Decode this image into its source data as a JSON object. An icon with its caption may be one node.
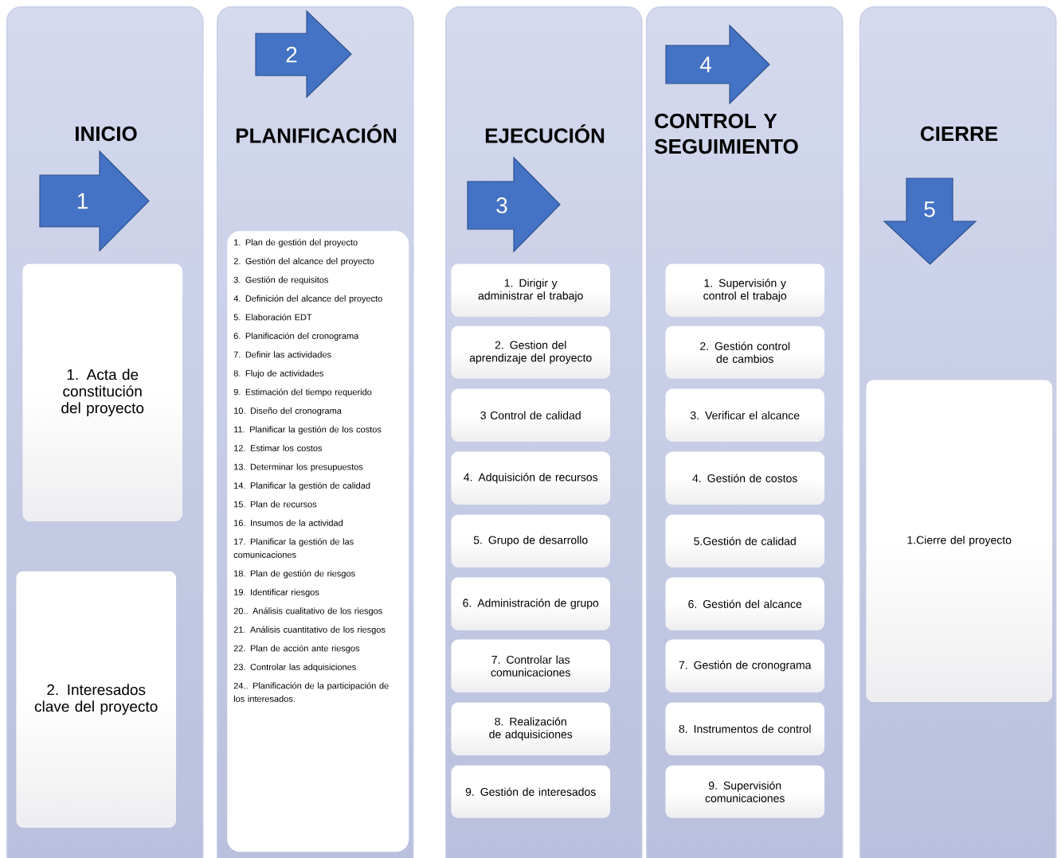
{
  "diagram": {
    "nodes": [
      {
        "text": [
          "INICIO"
        ]
      },
      {
        "text": [
          "1"
        ],
        "in": 0
      },
      {
        "text": [
          "1. Acta de constitución del proyecto"
        ],
        "in": 0
      },
      {
        "text": [
          "2. Interesados clave del proyecto"
        ],
        "in": 0
      },
      {
        "text": [
          "PLANIFICACIÓN"
        ]
      },
      {
        "text": [
          "2"
        ],
        "in": 4
      },
      {
        "text": [
          "1. Plan de gestión del proyecto",
          "2. Gestión del alcance del proyecto",
          "3. Gestión de requisitos",
          "4. Definición del alcance del proyecto",
          "5. Elaboración EDT",
          "6. Planificación del cronograma",
          "7. Definir las actividades",
          "8. Flujo de actividades",
          "9. Estimación del tiempo requerido",
          "10. Diseño del cronograma",
          "11. Planificar la gestión de los costos",
          "12. Estimar los costos",
          "13. Determinar los presupuestos",
          "14. Planificar la gestión de calidad",
          "15. Plan de recursos",
          "16. Insumos de la actividad",
          "17. Planificar la gestión de las comunicaciones",
          "18. Plan de gestión de riesgos",
          "19. Identificar riesgos",
          "20.. Análisis cualitativo de los riesgos",
          "21. Análisis cuantitativo de los riesgos",
          "22. Plan de acción ante riesgos",
          "23. Controlar las adquisiciones",
          "24.. Planificación de la participación de los interesados."
        ],
        "in": 4
      },
      {
        "text": [
          "EJECUCIÓN"
        ]
      },
      {
        "text": [
          "3"
        ],
        "in": 7
      },
      {
        "text": [
          "1. Dirigir y administrar el trabajo"
        ],
        "in": 7
      },
      {
        "text": [
          "2. Gestion del aprendizaje del proyecto"
        ],
        "in": 7
      },
      {
        "text": [
          "3 Control de calidad"
        ],
        "in": 7
      },
      {
        "text": [
          "4. Adquisición de recursos"
        ],
        "in": 7
      },
      {
        "text": [
          "5. Grupo de desarrollo"
        ],
        "in": 7
      },
      {
        "text": [
          "6. Administración de grupo"
        ],
        "in": 7
      },
      {
        "text": [
          "7. Controlar las comunicaciones"
        ],
        "in": 7
      },
      {
        "text": [
          "8. Realización de adquisiciones"
        ],
        "in": 7
      },
      {
        "text": [
          "9. Gestión de interesados"
        ],
        "in": 7
      },
      {
        "text": [
          "CONTROL Y SEGUIMIENTO"
        ]
      },
      {
        "text": [
          "4"
        ],
        "in": 18
      },
      {
        "text": [
          "1. Supervisión y control el trabajo"
        ],
        "in": 18
      },
      {
        "text": [
          "2. Gestión control de cambios"
        ],
        "in": 18
      },
      {
        "text": [
          "3. Verificar el alcance"
        ],
        "in": 18
      },
      {
        "text": [
          "4. Gestión de costos"
        ],
        "in": 18
      },
      {
        "text": [
          "5.Gestión de calidad"
        ],
        "in": 18
      },
      {
        "text": [
          "6. Gestión del alcance"
        ],
        "in": 18
      },
      {
        "text": [
          "7. Gestión de cronograma"
        ],
        "in": 18
      },
      {
        "text": [
          "8. Instrumentos de control"
        ],
        "in": 18
      },
      {
        "text": [
          "9. Supervisión comunicaciones"
        ],
        "in": 18
      },
      {
        "text": [
          "CIERRE"
        ]
      },
      {
        "text": [
          "5"
        ],
        "in": 29
      },
      {
        "text": [
          "1.Cierre del proyecto"
        ],
        "in": 29
      }
    ]
  }
}
